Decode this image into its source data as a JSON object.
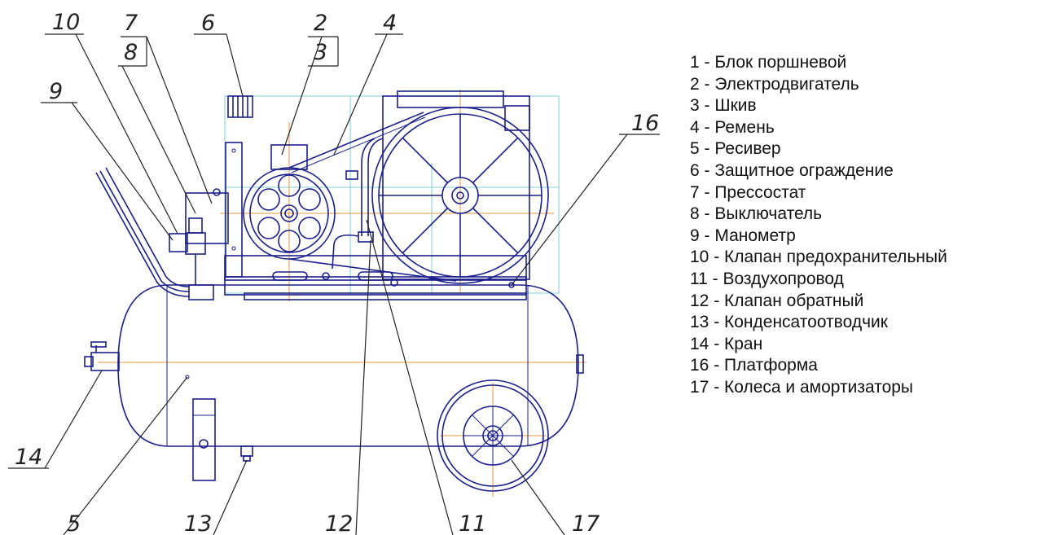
{
  "callouts": {
    "c10": "10",
    "c7": "7",
    "c8": "8",
    "c6": "6",
    "c2": "2",
    "c3": "3",
    "c4": "4",
    "c9": "9",
    "c16": "16",
    "c14": "14",
    "c5": "5",
    "c13": "13",
    "c12": "12",
    "c11": "11",
    "c17": "17"
  },
  "legend": [
    "1 - Блок поршневой",
    "2 - Электродвигатель",
    "3 - Шкив",
    "4 - Ремень",
    "5 - Ресивер",
    "6 - Защитное ограждение",
    "7 - Прессостат",
    "8 - Выключатель",
    "9 - Манометр",
    "10 - Клапан предохранительный",
    "11 - Воздухопровод",
    "12 - Клапан обратный",
    "13 - Конденсатоотводчик",
    "14 - Кран",
    "16 - Платформа",
    "17 - Колеса и амортизаторы"
  ],
  "colors": {
    "drawing_lines": "#1a1f8c",
    "construction_lines": "#7fd0d8",
    "axis_lines": "#e89a3a",
    "leader_lines": "#222222"
  }
}
